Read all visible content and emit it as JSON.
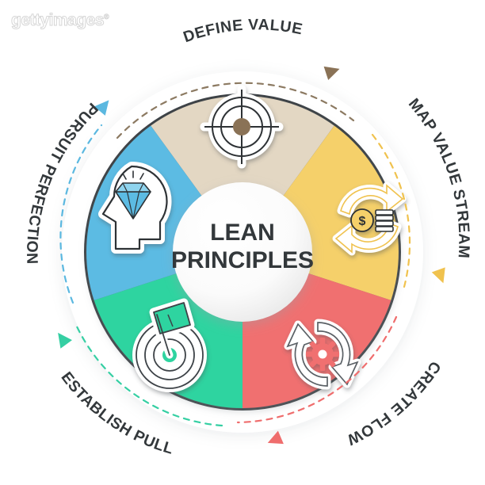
{
  "watermark": {
    "text": "gettyimages",
    "mark": "®"
  },
  "center": {
    "line1": "LEAN",
    "line2": "PRINCIPLES",
    "color": "#33383b",
    "fill": "#fdfdfd"
  },
  "segments": [
    {
      "id": "define-value",
      "label": "DEFINE VALUE",
      "color": "#e3d7c3",
      "arc_color": "#8c7a62",
      "icon": "target-crosshair-icon",
      "accent": "#8a7256",
      "position": "top"
    },
    {
      "id": "map-value-stream",
      "label": "MAP VALUE STREAM",
      "color": "#f5d06a",
      "arc_color": "#f0c24e",
      "icon": "money-cycle-icon",
      "accent": "#f5d06a",
      "position": "right"
    },
    {
      "id": "create-flow",
      "label": "CREATE FLOW",
      "color": "#f07070",
      "arc_color": "#ef6d6d",
      "icon": "gear-cycle-icon",
      "accent": "#f07070",
      "position": "bottom-right"
    },
    {
      "id": "establish-pull",
      "label": "ESTABLISH PULL",
      "color": "#2fd4a0",
      "arc_color": "#35cfa3",
      "icon": "flag-target-icon",
      "accent": "#2fd4a0",
      "position": "bottom-left"
    },
    {
      "id": "pursuit-perfection",
      "label": "PURSUIT PERFECTION",
      "color": "#5bbbe3",
      "arc_color": "#5bb8e0",
      "icon": "head-diamond-icon",
      "accent": "#45b4e0",
      "position": "left"
    }
  ],
  "labels": {
    "define_value": "DEFINE VALUE",
    "map_value_stream": "MAP VALUE STREAM",
    "create_flow": "CREATE FLOW",
    "establish_pull": "ESTABLISH PULL",
    "pursuit_perfection": "PURSUIT PERFECTION"
  },
  "label_color": "#33383b",
  "background": "#ffffff"
}
